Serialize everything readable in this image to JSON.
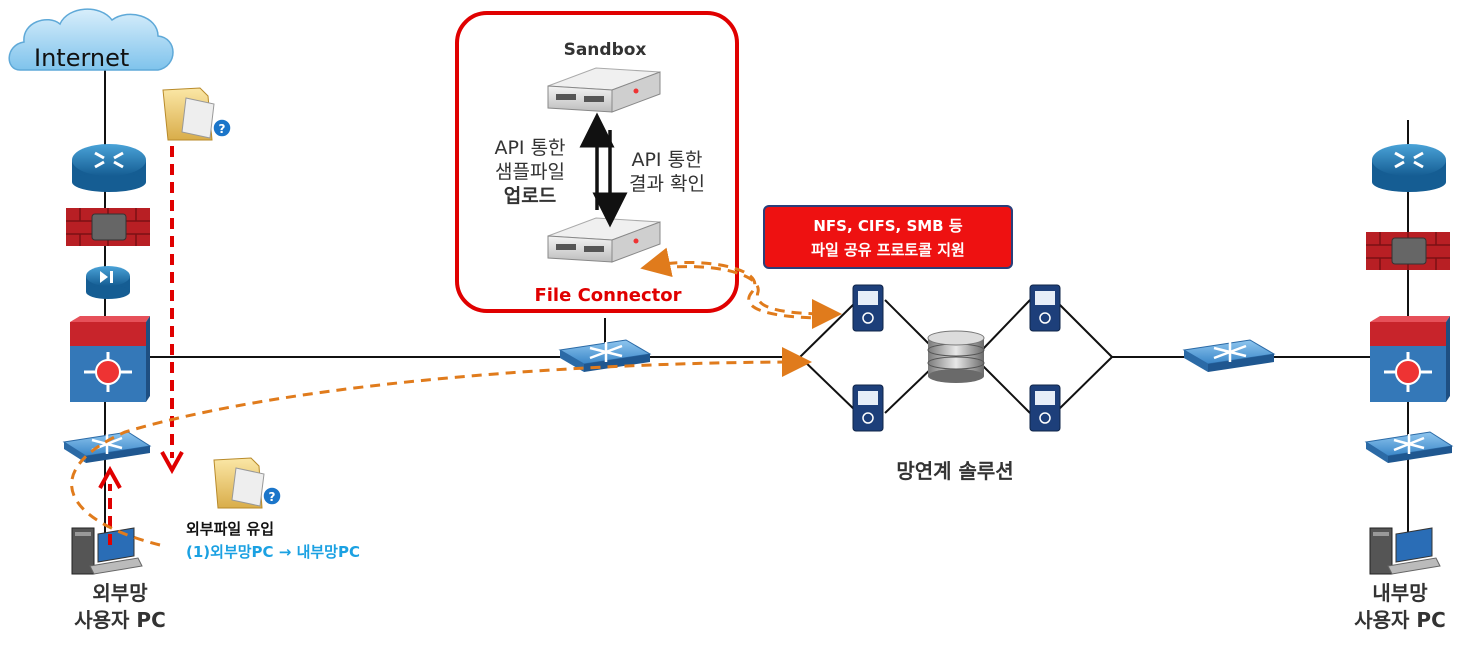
{
  "internet": {
    "label": "Internet"
  },
  "sandbox": {
    "label": "Sandbox"
  },
  "file_connector": {
    "label": "File Connector"
  },
  "api_upload": {
    "line1": "API 통한",
    "line2": "샘플파일",
    "line3": "업로드"
  },
  "api_result": {
    "line1": "API 통한",
    "line2": "결과 확인"
  },
  "protocol_box": {
    "line1": "NFS, CIFS, SMB 등",
    "line2": "파일 공유 프로토콜 지원"
  },
  "solution": {
    "label": "망연계 솔루션"
  },
  "inflow": {
    "title": "외부파일 유입",
    "subtitle": "(1)외부망PC → 내부망PC"
  },
  "external_user": {
    "line1": "외부망",
    "line2": "사용자 PC"
  },
  "internal_user": {
    "line1": "내부망",
    "line2": "사용자 PC"
  },
  "colors": {
    "highlight_red": "#e00000",
    "flow_orange": "#e07b1c",
    "accent_blue": "#1ba1e2",
    "device_blue": "#1f6fa8",
    "firewall_red": "#b81f24"
  }
}
